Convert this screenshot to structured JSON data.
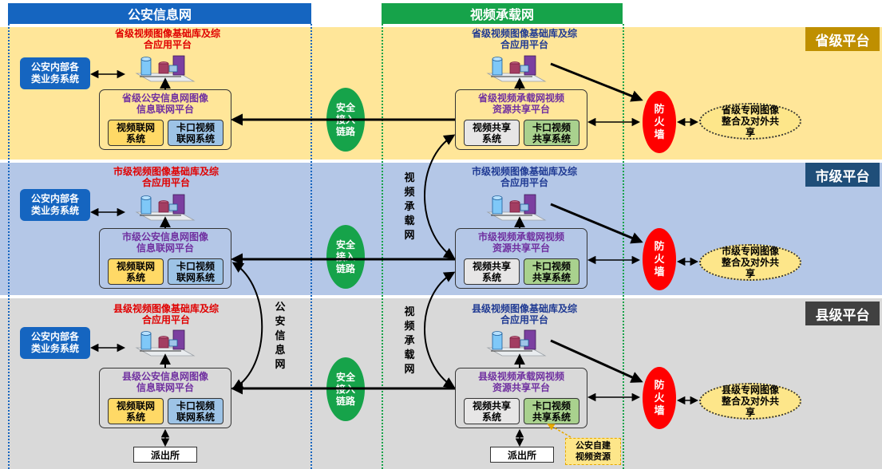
{
  "headers": {
    "left": "公安信息网",
    "right": "视频承载网"
  },
  "colors": {
    "province_band": "#ffe699",
    "city_band": "#b4c7e7",
    "county_band": "#d9d9d9",
    "left_header": "#1565c0",
    "right_header": "#16a34a",
    "level_tag": "#bf8f00",
    "firewall": "#ff0000",
    "security_link": "#16a34a"
  },
  "levels": [
    {
      "tag": "省级平台",
      "left_platform_title": "省级视频图像基础库及综合应用平台",
      "right_platform_title": "省级视频图像基础库及综合应用平台",
      "left_big_title": "省级公安信息网图像信息联网平台",
      "right_big_title": "省级视频承载网视频资源共享平台",
      "internal_system": "公安内部各类业务系统",
      "security_link": "安全接入链路",
      "firewall": "防火墙",
      "external_share": "省级专网图像整合及对外共享"
    },
    {
      "tag": "市级平台",
      "left_platform_title": "市级视频图像基础库及综合应用平台",
      "right_platform_title": "市级视频图像基础库及综合应用平台",
      "left_big_title": "市级公安信息网图像信息联网平台",
      "right_big_title": "市级视频承载网视频资源共享平台",
      "internal_system": "公安内部各类业务系统",
      "security_link": "安全接入链路",
      "firewall": "防火墙",
      "external_share": "市级专网图像整合及对外共享"
    },
    {
      "tag": "县级平台",
      "left_platform_title": "县级视频图像基础库及综合应用平台",
      "right_platform_title": "县级视频图像基础库及综合应用平台",
      "left_big_title": "县级公安信息网图像信息联网平台",
      "right_big_title": "县级视频承载网视频资源共享平台",
      "internal_system": "公安内部各类业务系统",
      "security_link": "安全接入链路",
      "firewall": "防火墙",
      "external_share": "县级专网图像整合及对外共享"
    }
  ],
  "subsystems": {
    "video_network": "视频联网系统",
    "checkpoint_network": "卡口视频联网系统",
    "video_share": "视频共享系统",
    "checkpoint_share": "卡口视频共享系统"
  },
  "side_labels": {
    "video_carrier_network": "视频承载网",
    "police_info_network": "公安信息网"
  },
  "police_station": "派出所",
  "self_built_resource": "公安自建视频资源"
}
